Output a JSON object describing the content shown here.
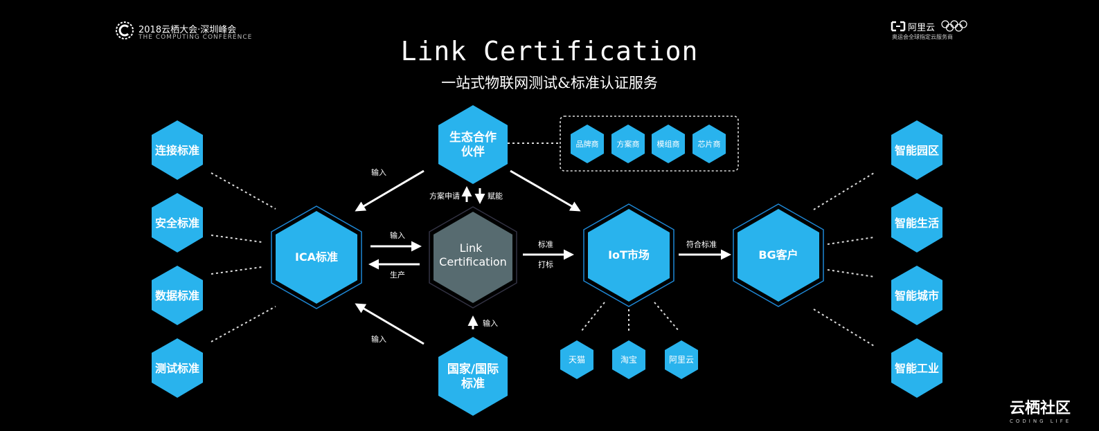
{
  "header": {
    "logo_left_line1": "2018云栖大会·深圳峰会",
    "logo_left_line2": "THE COMPUTING CONFERENCE",
    "logo_right_brand": "阿里云",
    "logo_right_tagline": "奥运会全球指定云服务商",
    "title": "Link Certification",
    "subtitle": "一站式物联网测试&标准认证服务"
  },
  "diagram": {
    "standards": [
      "连接标准",
      "安全标准",
      "数据标准",
      "测试标准"
    ],
    "ica": "ICA标准",
    "center_line1": "Link",
    "center_line2": "Certification",
    "partner_line1": "生态合作",
    "partner_line2": "伙伴",
    "partner_types": [
      "品牌商",
      "方案商",
      "模组商",
      "芯片商"
    ],
    "national_line1": "国家/国际",
    "national_line2": "标准",
    "iot": "IoT市场",
    "iot_channels": [
      "天猫",
      "淘宝",
      "阿里云"
    ],
    "bg": "BG客户",
    "sectors": [
      "智能园区",
      "智能生活",
      "智能城市",
      "智能工业"
    ],
    "edge_labels": {
      "partner_to_ica": "输入",
      "national_to_ica": "输入",
      "ica_to_center": "输入",
      "center_to_ica": "生产",
      "center_to_partner": "方案申请",
      "partner_to_center": "赋能",
      "national_to_center": "输入",
      "center_to_iot_top": "标准",
      "center_to_iot_bottom": "打标",
      "iot_to_bg": "符合标准"
    }
  },
  "watermark": {
    "line1": "云栖社区",
    "line2": "CODING LIFE"
  },
  "colors": {
    "hex_blue": "#29b3ed",
    "hex_outline": "#1e88d6",
    "hex_gray": "#576b70",
    "background": "#000000"
  }
}
